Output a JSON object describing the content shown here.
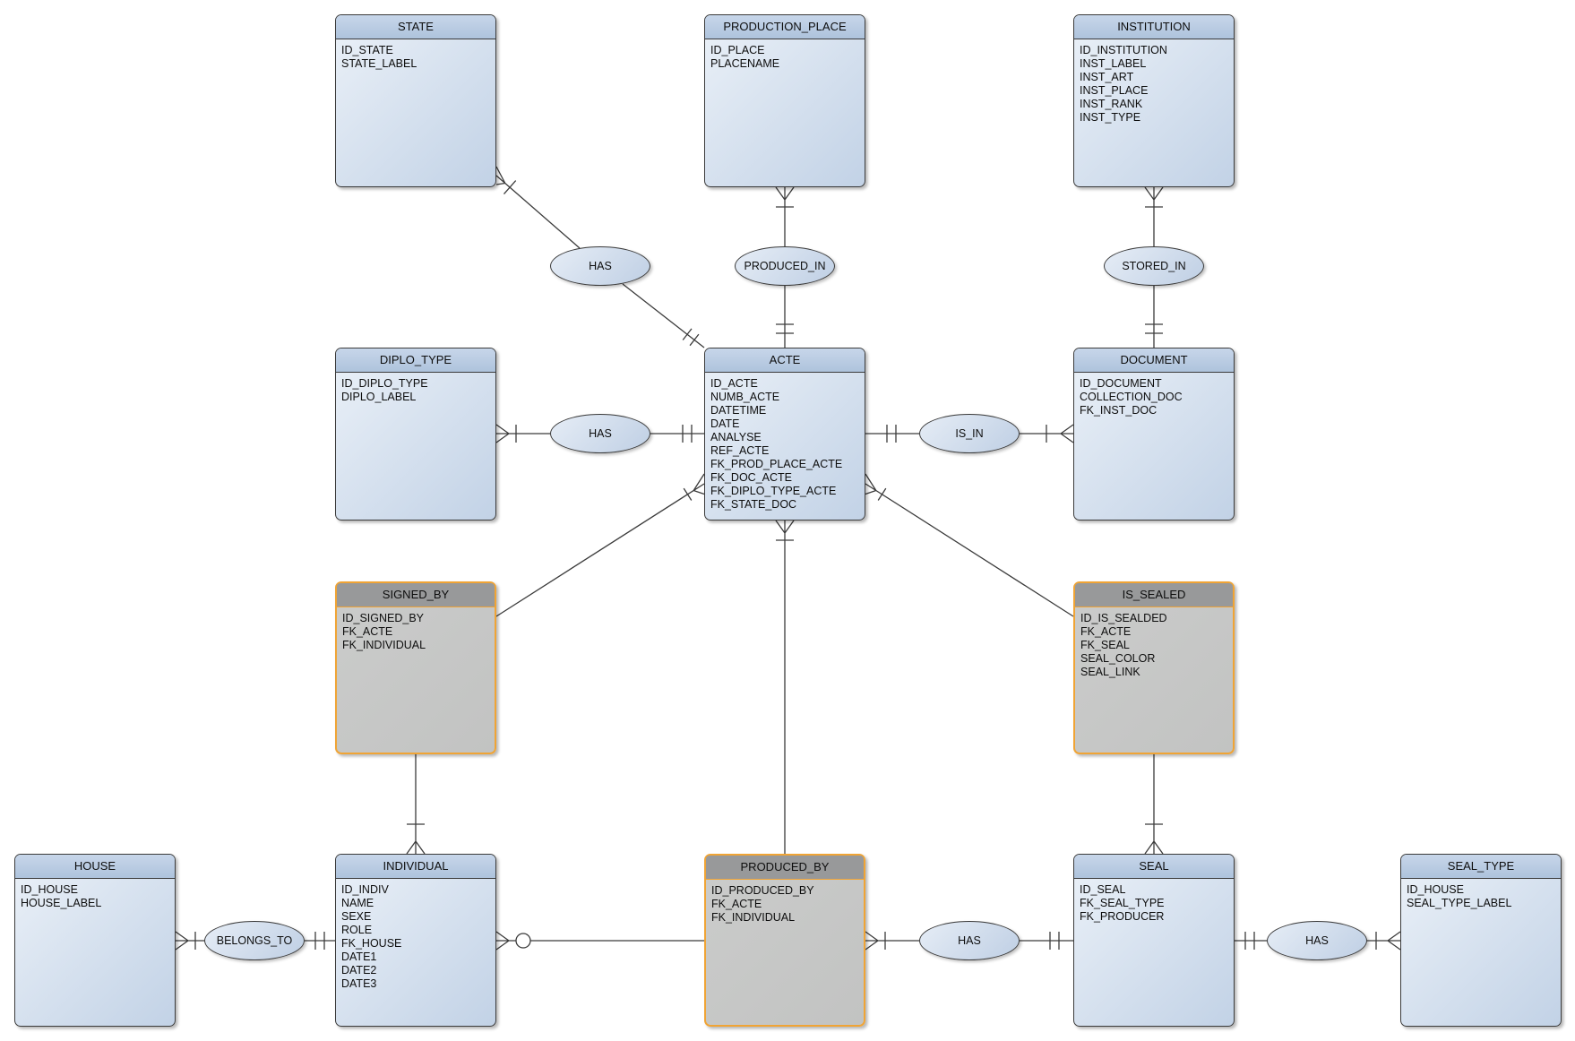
{
  "diagram": {
    "type": "entity-relationship-diagram",
    "entities": [
      {
        "name": "STATE",
        "style": "blue",
        "fields": [
          "ID_STATE",
          "STATE_LABEL"
        ]
      },
      {
        "name": "PRODUCTION_PLACE",
        "style": "blue",
        "fields": [
          "ID_PLACE",
          "PLACENAME"
        ]
      },
      {
        "name": "INSTITUTION",
        "style": "blue",
        "fields": [
          "ID_INSTITUTION",
          "INST_LABEL",
          "INST_ART",
          "INST_PLACE",
          "INST_RANK",
          "INST_TYPE"
        ]
      },
      {
        "name": "DIPLO_TYPE",
        "style": "blue",
        "fields": [
          "ID_DIPLO_TYPE",
          "DIPLO_LABEL"
        ]
      },
      {
        "name": "ACTE",
        "style": "blue",
        "fields": [
          "ID_ACTE",
          "NUMB_ACTE",
          "DATETIME",
          "DATE",
          "ANALYSE",
          "REF_ACTE",
          "FK_PROD_PLACE_ACTE",
          "FK_DOC_ACTE",
          "FK_DIPLO_TYPE_ACTE",
          "FK_STATE_DOC"
        ]
      },
      {
        "name": "DOCUMENT",
        "style": "blue",
        "fields": [
          "ID_DOCUMENT",
          "COLLECTION_DOC",
          "FK_INST_DOC"
        ]
      },
      {
        "name": "SIGNED_BY",
        "style": "gray-orange",
        "fields": [
          "ID_SIGNED_BY",
          "FK_ACTE",
          "FK_INDIVIDUAL"
        ]
      },
      {
        "name": "IS_SEALED",
        "style": "gray-orange",
        "fields": [
          "ID_IS_SEALDED",
          "FK_ACTE",
          "FK_SEAL",
          "SEAL_COLOR",
          "SEAL_LINK"
        ]
      },
      {
        "name": "HOUSE",
        "style": "blue",
        "fields": [
          "ID_HOUSE",
          "HOUSE_LABEL"
        ]
      },
      {
        "name": "INDIVIDUAL",
        "style": "blue",
        "fields": [
          "ID_INDIV",
          "NAME",
          "SEXE",
          "ROLE",
          "FK_HOUSE",
          "DATE1",
          "DATE2",
          "DATE3"
        ]
      },
      {
        "name": "PRODUCED_BY",
        "style": "gray-orange",
        "fields": [
          "ID_PRODUCED_BY",
          "FK_ACTE",
          "FK_INDIVIDUAL"
        ]
      },
      {
        "name": "SEAL",
        "style": "blue",
        "fields": [
          "ID_SEAL",
          "FK_SEAL_TYPE",
          "FK_PRODUCER"
        ]
      },
      {
        "name": "SEAL_TYPE",
        "style": "blue",
        "fields": [
          "ID_HOUSE",
          "SEAL_TYPE_LABEL"
        ]
      }
    ],
    "relationships": [
      {
        "label": "HAS",
        "between": [
          "STATE",
          "ACTE"
        ]
      },
      {
        "label": "PRODUCED_IN",
        "between": [
          "PRODUCTION_PLACE",
          "ACTE"
        ]
      },
      {
        "label": "STORED_IN",
        "between": [
          "INSTITUTION",
          "DOCUMENT"
        ]
      },
      {
        "label": "HAS",
        "between": [
          "DIPLO_TYPE",
          "ACTE"
        ]
      },
      {
        "label": "IS_IN",
        "between": [
          "ACTE",
          "DOCUMENT"
        ]
      },
      {
        "label": "BELONGS_TO",
        "between": [
          "HOUSE",
          "INDIVIDUAL"
        ]
      },
      {
        "label": "HAS",
        "between": [
          "PRODUCED_BY",
          "SEAL"
        ]
      },
      {
        "label": "HAS",
        "between": [
          "SEAL",
          "SEAL_TYPE"
        ]
      }
    ],
    "connectors": [
      {
        "from": "STATE",
        "to": "HAS (STATE-ACTE)",
        "marker_from": "crow-foot+tick",
        "marker_to": "none"
      },
      {
        "from": "HAS (STATE-ACTE)",
        "to": "ACTE",
        "marker_from": "none",
        "marker_to": "double-tick"
      },
      {
        "from": "PRODUCTION_PLACE",
        "to": "PRODUCED_IN",
        "marker_from": "crow-foot+tick",
        "marker_to": "none"
      },
      {
        "from": "PRODUCED_IN",
        "to": "ACTE",
        "marker_from": "none",
        "marker_to": "double-tick"
      },
      {
        "from": "INSTITUTION",
        "to": "STORED_IN",
        "marker_from": "crow-foot+tick",
        "marker_to": "none"
      },
      {
        "from": "STORED_IN",
        "to": "DOCUMENT",
        "marker_from": "none",
        "marker_to": "double-tick"
      },
      {
        "from": "DIPLO_TYPE",
        "to": "HAS (DIPLO_TYPE-ACTE)",
        "marker_from": "crow-foot+tick",
        "marker_to": "none"
      },
      {
        "from": "HAS (DIPLO_TYPE-ACTE)",
        "to": "ACTE",
        "marker_from": "none",
        "marker_to": "double-tick"
      },
      {
        "from": "ACTE",
        "to": "IS_IN",
        "marker_from": "double-tick",
        "marker_to": "none"
      },
      {
        "from": "IS_IN",
        "to": "DOCUMENT",
        "marker_from": "none",
        "marker_to": "tick+crow-foot"
      },
      {
        "from": "ACTE",
        "to": "SIGNED_BY",
        "marker_from": "crow-foot+tick",
        "marker_to": "none"
      },
      {
        "from": "SIGNED_BY",
        "to": "INDIVIDUAL",
        "marker_from": "none",
        "marker_to": "tick+crow-foot"
      },
      {
        "from": "ACTE",
        "to": "PRODUCED_BY",
        "marker_from": "crow-foot+tick",
        "marker_to": "none"
      },
      {
        "from": "ACTE",
        "to": "IS_SEALED",
        "marker_from": "crow-foot+tick",
        "marker_to": "none"
      },
      {
        "from": "IS_SEALED",
        "to": "SEAL",
        "marker_from": "none",
        "marker_to": "tick+crow-foot"
      },
      {
        "from": "HOUSE",
        "to": "BELONGS_TO",
        "marker_from": "crow-foot+tick",
        "marker_to": "none"
      },
      {
        "from": "BELONGS_TO",
        "to": "INDIVIDUAL",
        "marker_from": "none",
        "marker_to": "double-tick"
      },
      {
        "from": "INDIVIDUAL",
        "to": "PRODUCED_BY",
        "marker_from": "crow-foot+circle",
        "marker_to": "none"
      },
      {
        "from": "PRODUCED_BY",
        "to": "HAS (PRODUCED_BY-SEAL)",
        "marker_from": "crow-foot+tick",
        "marker_to": "none"
      },
      {
        "from": "HAS (PRODUCED_BY-SEAL)",
        "to": "SEAL",
        "marker_from": "none",
        "marker_to": "double-tick"
      },
      {
        "from": "SEAL",
        "to": "HAS (SEAL-SEAL_TYPE)",
        "marker_from": "double-tick",
        "marker_to": "none"
      },
      {
        "from": "HAS (SEAL-SEAL_TYPE)",
        "to": "SEAL_TYPE",
        "marker_from": "none",
        "marker_to": "tick+crow-foot"
      }
    ],
    "colors": {
      "entity_header": "#b7c9e0",
      "entity_body": "#d7e2ef",
      "association_header": "#98999a",
      "association_body": "#c6c7c6",
      "association_border": "#f0a435",
      "line": "#3b3b3b",
      "background": "#ffffff"
    }
  }
}
